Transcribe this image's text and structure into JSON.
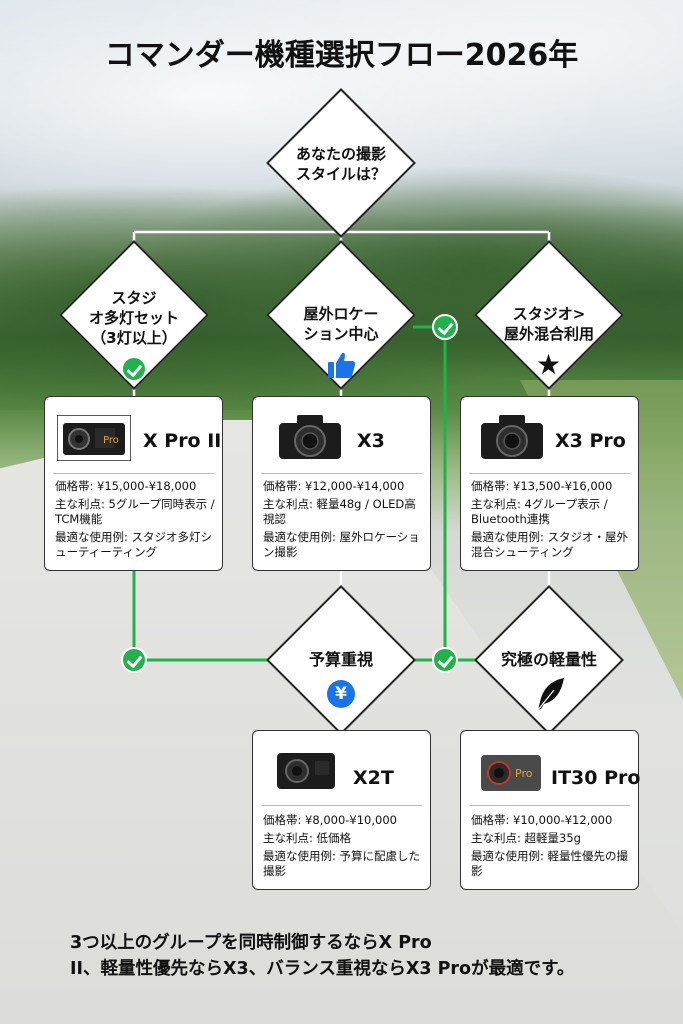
{
  "title": "コマンダー機種選択フロー2026年",
  "root_question": {
    "line1": "あなたの撮影",
    "line2": "スタイルは？"
  },
  "branches": [
    {
      "line1": "スタジ",
      "line2": "オ多灯セット",
      "line3": "（3灯以上）",
      "icon": "check-circle-icon"
    },
    {
      "line1": "屋外ロケー",
      "line2": "ション中心",
      "icon": "thumbs-up-icon"
    },
    {
      "line1": "スタジオ>",
      "line2": "屋外混合利用",
      "icon": "star-icon"
    }
  ],
  "secondary": [
    {
      "label": "予算重視",
      "icon": "yen-circle-icon"
    },
    {
      "label": "究極の軽量性",
      "icon": "feather-icon"
    }
  ],
  "cards": {
    "xpro2": {
      "name": "X Pro II",
      "badge": "Pro",
      "price": "価格帯: ¥15,000-¥18,000",
      "benefit": "主な利点: 5グループ同時表示 / TCM機能",
      "usecase": "最適な使用例: スタジオ多灯シューティーティング"
    },
    "x3": {
      "name": "X3",
      "price": "価格帯: ¥12,000-¥14,000",
      "benefit": "主な利点: 軽量48g / OLED高視認",
      "usecase": "最適な使用例: 屋外ロケーション撮影"
    },
    "x3pro": {
      "name": "X3 Pro",
      "price": "価格帯: ¥13,500-¥16,000",
      "benefit": "主な利点: 4グループ表示 / Bluetooth連携",
      "usecase": "最適な使用例: スタジオ・屋外混合シューティング"
    },
    "x2t": {
      "name": "X2T",
      "price": "価格帯: ¥8,000-¥10,000",
      "benefit": "主な利点: 低価格",
      "usecase": "最適な使用例: 予算に配慮した撮影"
    },
    "it30pro": {
      "name": "IT30 Pro",
      "badge": "Pro",
      "price": "価格帯: ¥10,000-¥12,000",
      "benefit": "主な利点: 超軽量35g",
      "usecase": "最適な使用例: 軽量性優先の撮影"
    }
  },
  "footer": {
    "line1": "3つ以上のグループを同時制御するならX Pro",
    "line2": "II、軽量性優先ならX3、バランス重視ならX3 Proが最適です。"
  },
  "colors": {
    "connector_green": "#22b24c",
    "connector_white": "#ffffff",
    "accent_blue": "#1a73e8"
  }
}
